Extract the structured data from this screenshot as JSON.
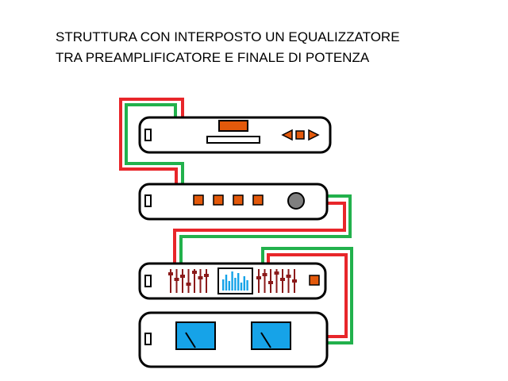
{
  "title": {
    "line1": "STRUTTURA CON INTERPOSTO UN EQUALIZZATORE",
    "line2": "TRA PREAMPLIFICATORE E FINALE DI POTENZA"
  },
  "colors": {
    "cable_red": "#e8262a",
    "cable_green": "#22b14c",
    "orange": "#e3590b",
    "slider": "#8b1a1a",
    "meter_blue": "#16a3e8",
    "knob_gray": "#7f7f7f",
    "outline": "#000000"
  },
  "devices": [
    {
      "name": "cd-player",
      "icons": [
        "play-reverse-icon",
        "stop-icon",
        "play-icon"
      ]
    },
    {
      "name": "preamplifier",
      "icons": [
        "volume-knob-icon"
      ]
    },
    {
      "name": "equalizer",
      "icons": [
        "spectrum-display-icon"
      ]
    },
    {
      "name": "power-amplifier",
      "icons": [
        "vu-meter-icon"
      ]
    }
  ]
}
